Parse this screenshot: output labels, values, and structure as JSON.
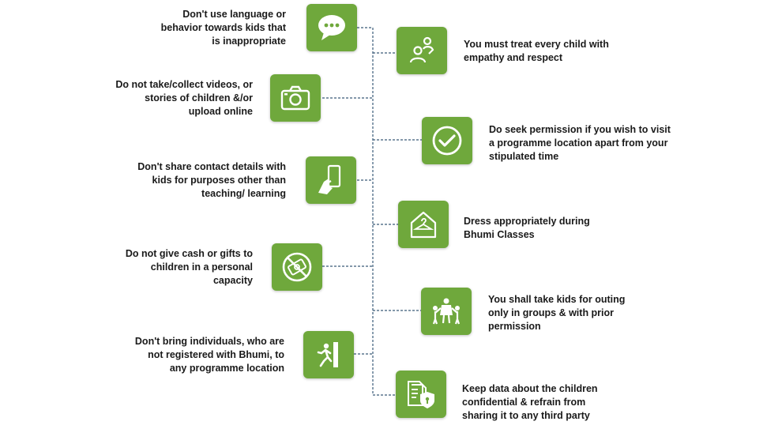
{
  "colors": {
    "icon_bg": "#6fa83c",
    "connector": "#3a5a78",
    "text": "#1a1a1a"
  },
  "dont_items": [
    {
      "icon": "speech-bubble-icon",
      "text": "Don't use language or behavior towards  kids that is  inappropriate"
    },
    {
      "icon": "camera-icon",
      "text": "Do not take/collect videos, or stories of children &/or upload online"
    },
    {
      "icon": "hand-phone-icon",
      "text": "Don't share contact details with kids for purposes other than teaching/ learning"
    },
    {
      "icon": "no-cash-icon",
      "text": "Do not give cash or gifts to children in a personal capacity"
    },
    {
      "icon": "exit-person-icon",
      "text": "Don't bring individuals, who are not registered with Bhumi, to any programme location"
    }
  ],
  "do_items": [
    {
      "icon": "people-icon",
      "text": "You must treat every child with empathy and respect"
    },
    {
      "icon": "check-circle-icon",
      "text": "Do seek permission if you wish to visit a programme location apart from your stipulated time"
    },
    {
      "icon": "hanger-house-icon",
      "text": "Dress appropriately during Bhumi Classes"
    },
    {
      "icon": "kids-group-icon",
      "text": "You shall take kids for outing only in groups & with prior permission"
    },
    {
      "icon": "document-shield-icon",
      "text": "Keep data about the children confidential & refrain from sharing it to any third party"
    }
  ]
}
